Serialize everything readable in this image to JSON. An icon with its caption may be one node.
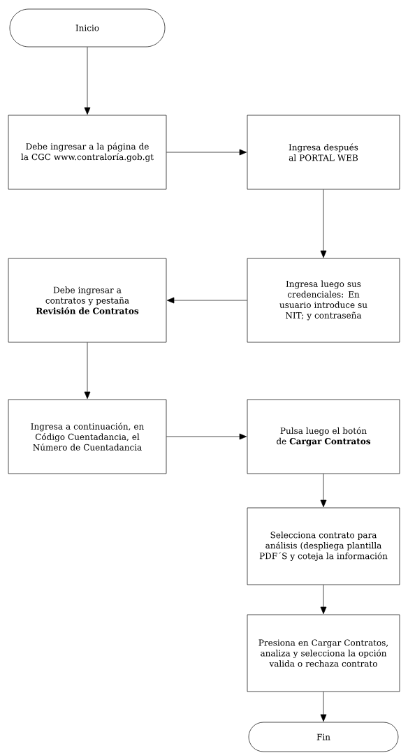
{
  "diagram": {
    "nodes": [
      {
        "text": [
          "Inicio"
        ]
      },
      {
        "text": [
          "Debe ingresar a la página de la CGC www.contraloría.gob.gt"
        ]
      },
      {
        "text": [
          "Ingresa después al PORTAL WEB"
        ]
      },
      {
        "text": [
          "Ingresa luego sus credenciales: En usuario introduce su NIT; y contraseña"
        ]
      },
      {
        "text": [
          "Debe ingresar a contratos y pestaña **Revisión de Contratos**"
        ]
      },
      {
        "text": [
          "Ingresa a continuación, en Código Cuentadancia, el Número de Cuentadancia"
        ]
      },
      {
        "text": [
          "Pulsa luego el botón de **Cargar Contratos**"
        ]
      },
      {
        "text": [
          "Selecciona contrato para análisis (despliega plantilla PDF´S y  coteja la información"
        ]
      },
      {
        "text": [
          "Presiona en Cargar Contratos, analiza y selecciona la opción valida o rechaza contrato"
        ]
      },
      {
        "text": [
          "Fin"
        ]
      }
    ],
    "edges": [
      {
        "from": 0,
        "to": 1,
        "arrow": "to"
      },
      {
        "from": 1,
        "to": 2,
        "arrow": "to"
      },
      {
        "from": 2,
        "to": 3,
        "arrow": "to"
      },
      {
        "from": 3,
        "to": 4,
        "arrow": "to"
      },
      {
        "from": 4,
        "to": 5,
        "arrow": "to"
      },
      {
        "from": 5,
        "to": 6,
        "arrow": "to"
      },
      {
        "from": 6,
        "to": 7,
        "arrow": "to"
      },
      {
        "from": 7,
        "to": 8,
        "arrow": "to"
      },
      {
        "from": 8,
        "to": 9,
        "arrow": "to"
      }
    ]
  }
}
